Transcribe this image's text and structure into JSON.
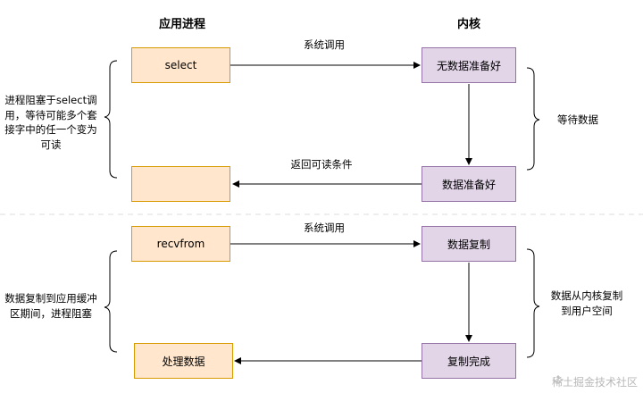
{
  "headers": {
    "app": "应用进程",
    "kernel": "内核"
  },
  "phase1": {
    "app_box_1": "select",
    "app_box_2": "",
    "kernel_box_1": "无数据准备好",
    "kernel_box_2": "数据准备好",
    "call_label": "系统调用",
    "return_label": "返回可读条件",
    "left_note": "进程阻塞于select调用，等待可能多个套接字中的任一个变为可读",
    "right_note": "等待数据"
  },
  "phase2": {
    "app_box_1": "recvfrom",
    "app_box_2": "处理数据",
    "kernel_box_1": "数据复制",
    "kernel_box_2": "复制完成",
    "call_label": "系统调用",
    "left_note": "数据复制到应用缓冲区期间，进程阻塞",
    "right_note": "数据从内核复制到用户空间"
  },
  "watermark": {
    "text": "稀土掘金技术社区",
    "icon": "juejin-logo-icon"
  },
  "colors": {
    "app_fill": "#ffe6cc",
    "app_stroke": "#d79b00",
    "kernel_fill": "#e1d5e7",
    "kernel_stroke": "#9673a6",
    "divider": "#dddddd"
  }
}
